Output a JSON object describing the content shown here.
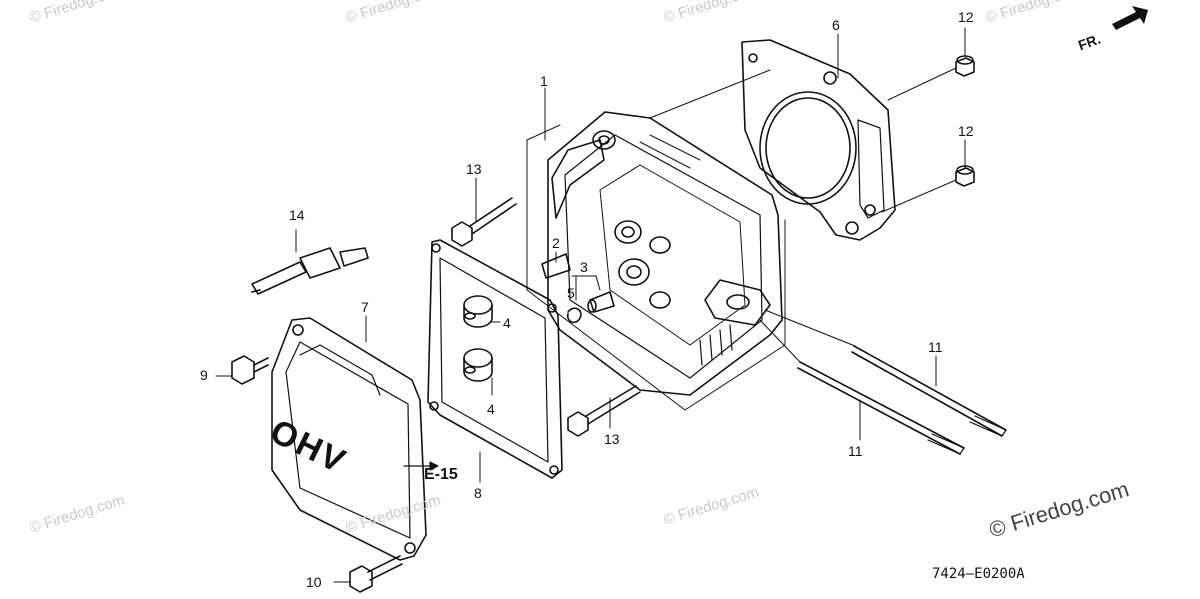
{
  "callouts": {
    "c1": "1",
    "c2": "2",
    "c3": "3",
    "c4a": "4",
    "c4b": "4",
    "c5": "5",
    "c6": "6",
    "c7": "7",
    "c8": "8",
    "c9": "9",
    "c10": "10",
    "c11a": "11",
    "c11b": "11",
    "c12a": "12",
    "c12b": "12",
    "c13a": "13",
    "c13b": "13",
    "c14": "14"
  },
  "cover_lettering": "OHV",
  "reference": "E-15",
  "direction": "FR.",
  "diagram_code": "7424—E0200A",
  "watermark": {
    "small": "© Firedog.com",
    "main": "© Firedog.com"
  },
  "colors": {
    "line": "#111111",
    "watermark": "#c9c9c9"
  }
}
